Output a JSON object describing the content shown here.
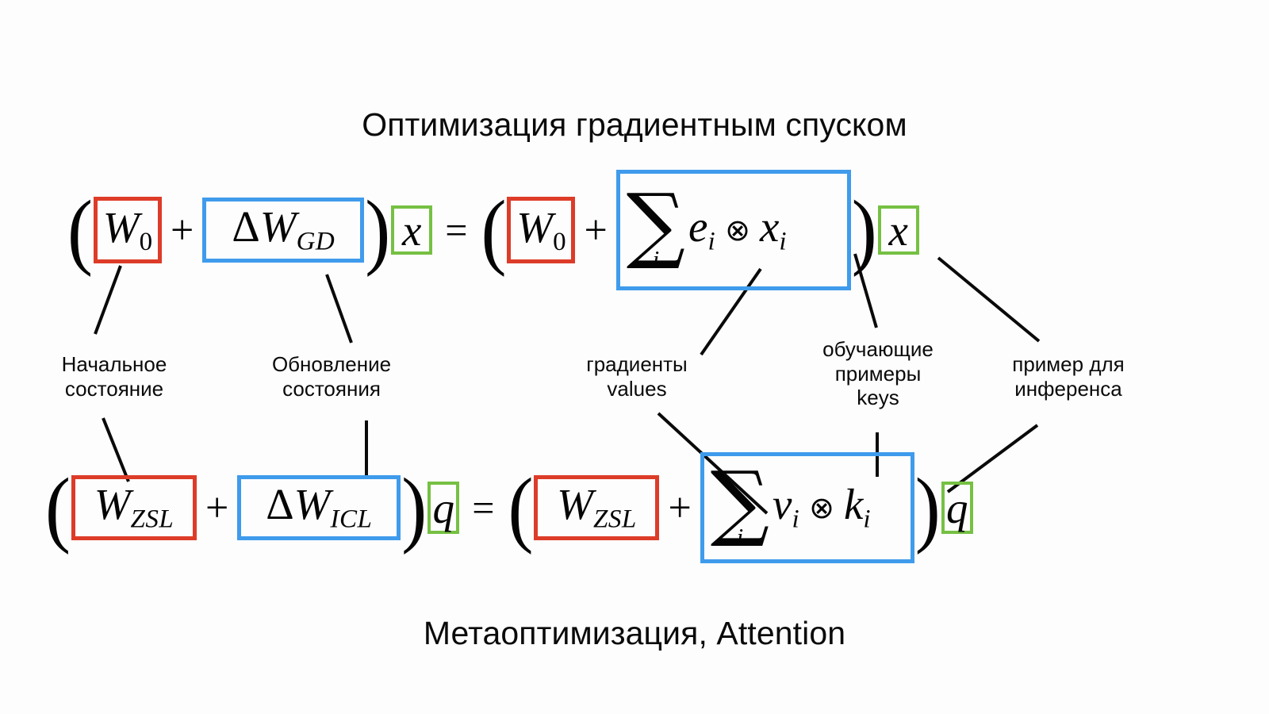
{
  "title": {
    "top": "Оптимизация градиентным спуском",
    "bottom": "Метаоптимизация, Attention"
  },
  "equations": {
    "row1": {
      "lhs": {
        "open_paren": "(",
        "initial_state": "W",
        "initial_state_sub": "0",
        "plus": "+",
        "update_delta": "Δ",
        "update_W": "W",
        "update_sub": "GD",
        "close_paren": ")",
        "input": "x"
      },
      "equals": "=",
      "rhs": {
        "open_paren": "(",
        "initial_state": "W",
        "initial_state_sub": "0",
        "plus": "+",
        "sigma": "∑",
        "sigma_index": "i",
        "term_a": "e",
        "term_a_sub": "i",
        "otimes": "⊗",
        "term_b": "x",
        "term_b_sub": "i",
        "close_paren": ")",
        "input": "x"
      }
    },
    "row2": {
      "lhs": {
        "open_paren": "(",
        "initial_state": "W",
        "initial_state_sub": "ZSL",
        "plus": "+",
        "update_delta": "Δ",
        "update_W": "W",
        "update_sub": "ICL",
        "close_paren": ")",
        "input": "q"
      },
      "equals": "=",
      "rhs": {
        "open_paren": "(",
        "initial_state": "W",
        "initial_state_sub": "ZSL",
        "plus": "+",
        "sigma": "∑",
        "sigma_index": "i",
        "term_a": "v",
        "term_a_sub": "i",
        "otimes": "⊗",
        "term_b": "k",
        "term_b_sub": "i",
        "close_paren": ")",
        "input": "q"
      }
    }
  },
  "annotations": {
    "initial_state": "Начальное\nсостояние",
    "state_update": "Обновление\nсостояния",
    "gradients": "градиенты\nvalues",
    "training_examples": "обучающие\nпримеры\nkeys",
    "inference_example": "пример для\nинференса"
  },
  "colors": {
    "red": "#dd3c28",
    "blue": "#3f9bec",
    "green": "#76c043",
    "text": "#0a0a0a",
    "background": "#fdfdfd"
  }
}
